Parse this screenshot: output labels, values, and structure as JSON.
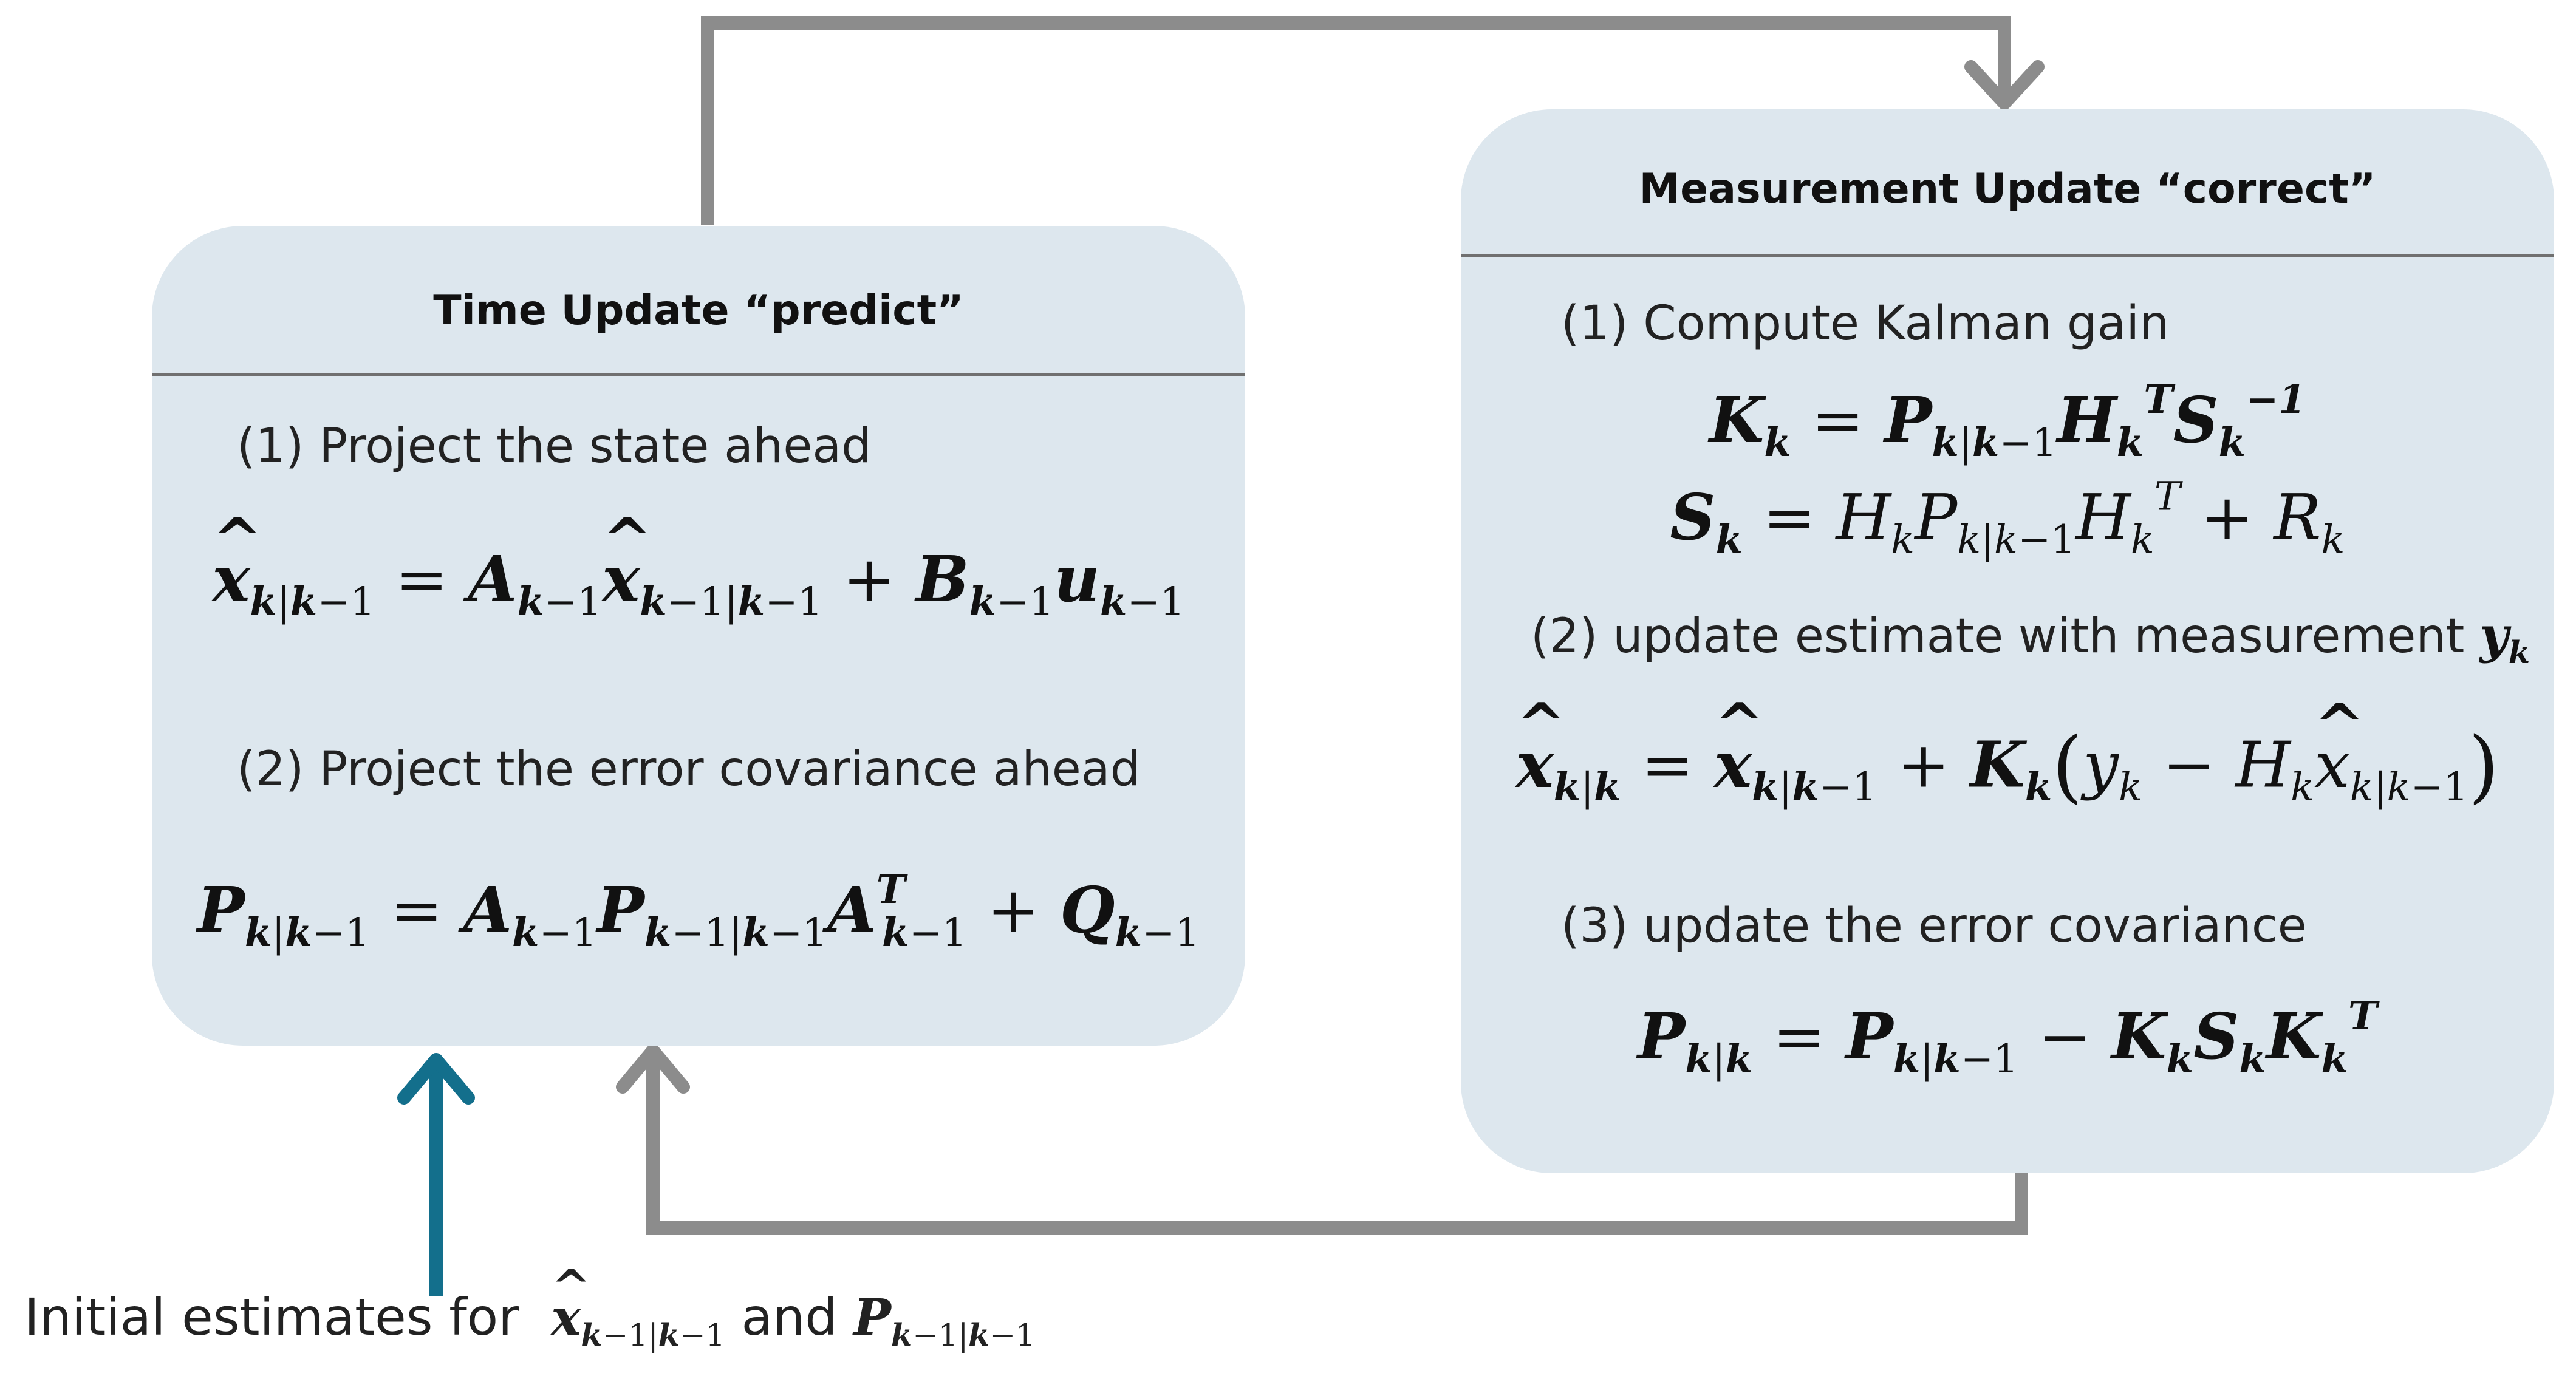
{
  "diagram": {
    "time_update": {
      "title": "Time Update “predict”",
      "step1": "(1) Project the state ahead",
      "step2": "(2) Project the error covariance ahead"
    },
    "measurement_update": {
      "title": "Measurement Update “correct”",
      "step1": "(1) Compute Kalman gain",
      "step2": "(2)  update estimate with measurement",
      "step3": "(3) update the error covariance"
    },
    "footer": {
      "prefix": "Initial estimates for",
      "joiner": "and"
    },
    "colors": {
      "box_fill": "#dde7ee",
      "arrow_gray": "#8c8c8c",
      "arrow_teal": "#136f8c",
      "divider": "#707070"
    }
  }
}
